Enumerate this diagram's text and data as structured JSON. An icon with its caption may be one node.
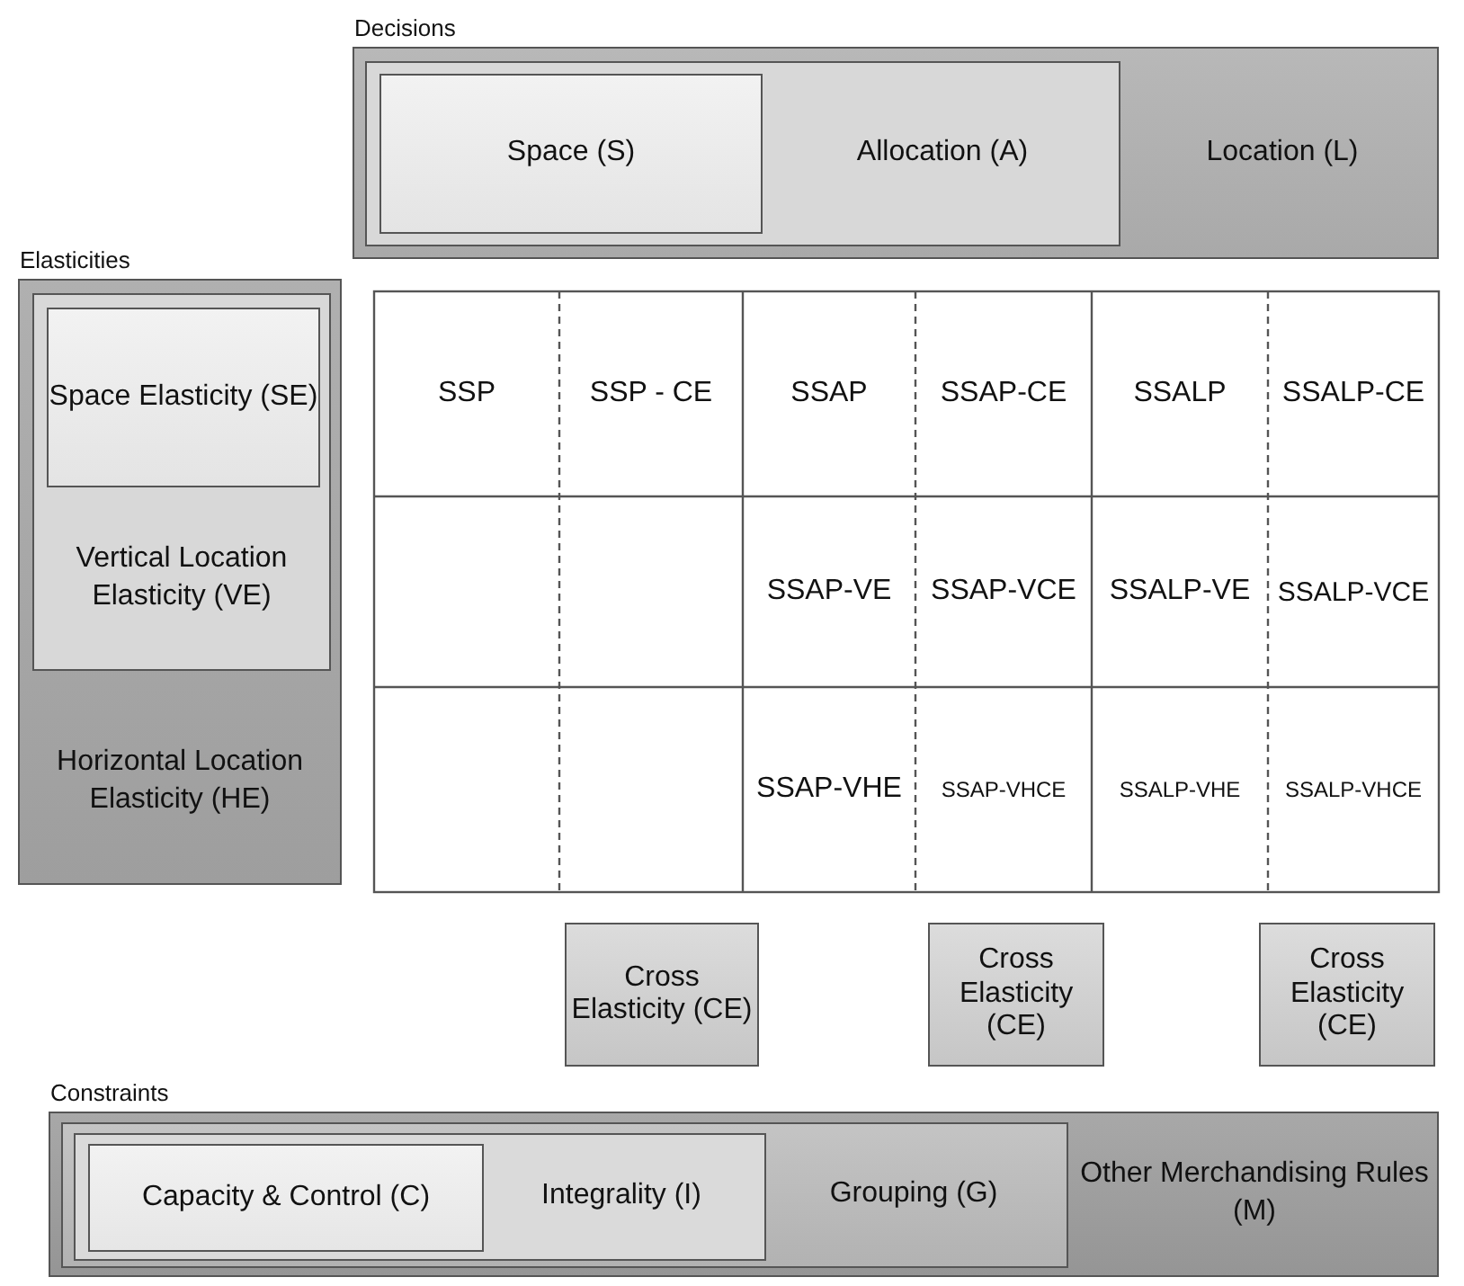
{
  "diagram": {
    "nodes": [
      {
        "text": [
          "Decisions",
          "Location (L)"
        ]
      },
      {
        "text": [
          "Allocation (A)"
        ],
        "in": 0
      },
      {
        "text": [
          "Space (S)"
        ],
        "in": 1
      },
      {
        "text": [
          "Elasticities",
          "Horizontal Location Elasticity (HE)"
        ]
      },
      {
        "text": [
          "Vertical Location Elasticity (VE)"
        ],
        "in": 3
      },
      {
        "text": [
          "Space Elasticity (SE)"
        ],
        "in": 4
      },
      {
        "text": [
          "Cross Elasticity (CE)"
        ]
      },
      {
        "text": [
          "Cross Elasticity (CE)"
        ]
      },
      {
        "text": [
          "Cross Elasticity (CE)"
        ]
      },
      {
        "text": [
          "Constraints",
          "Other Merchandising Rules (M)"
        ]
      },
      {
        "text": [
          "Grouping (G)"
        ],
        "in": 9
      },
      {
        "text": [
          "Integrality (I)"
        ],
        "in": 10
      },
      {
        "text": [
          "Capacity & Control (C)"
        ],
        "in": 11
      }
    ],
    "edges": [],
    "labels": [
      "SSP",
      "SSP - CE",
      "SSAP",
      "SSAP-CE",
      "SSALP",
      "SSALP-CE",
      "SSAP-VE",
      "SSAP-VCE",
      "SSALP-VE",
      "SSALP-VCE",
      "SSAP-VHE",
      "SSAP-VHCE",
      "SSALP-VHE",
      "SSALP-VHCE"
    ]
  }
}
